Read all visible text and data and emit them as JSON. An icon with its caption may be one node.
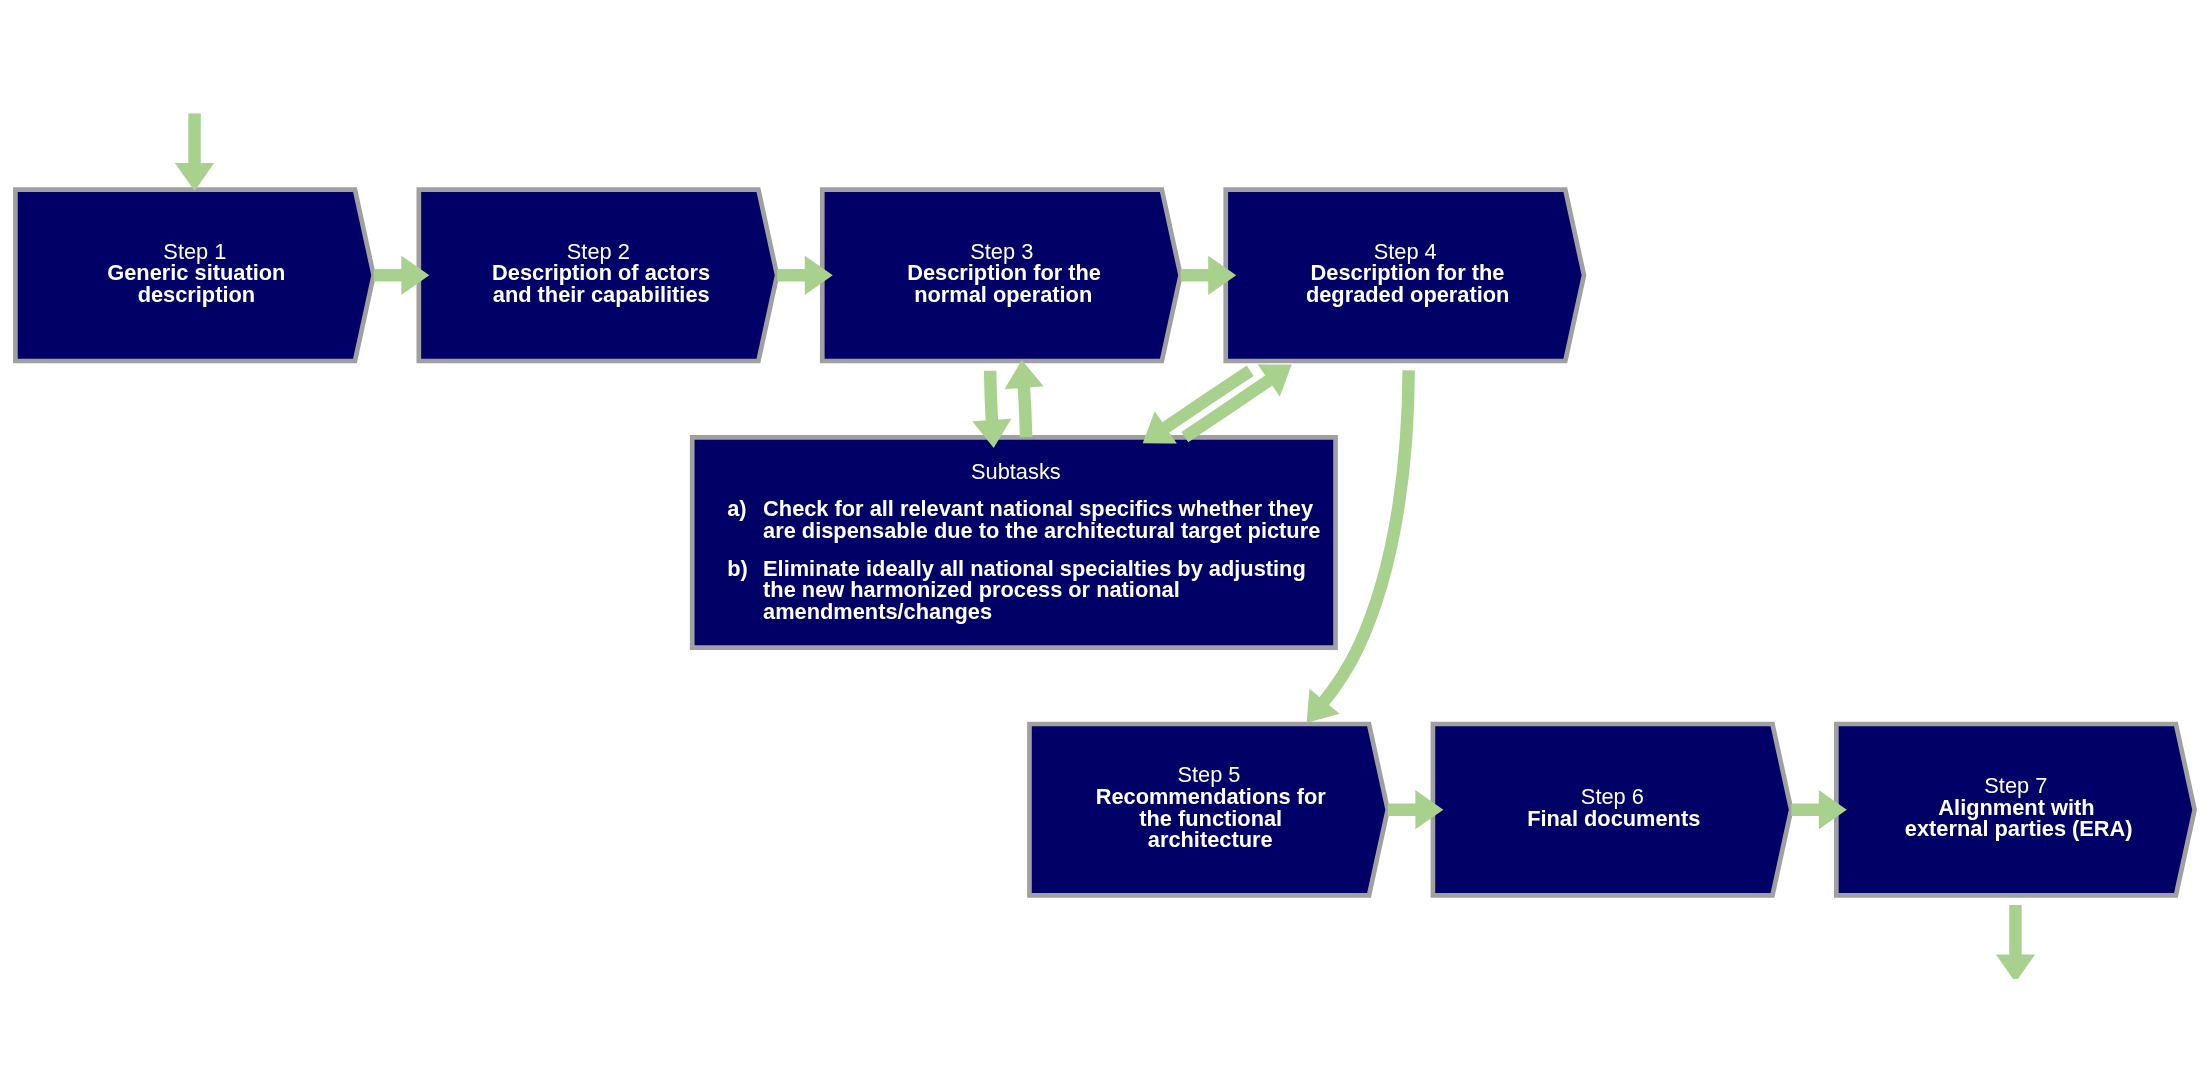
{
  "diagram": {
    "nodes": [
      {
        "text": [
          "Step 1",
          "Generic situation description"
        ]
      },
      {
        "text": [
          "Step 2",
          "Description of actors and their capabilities"
        ]
      },
      {
        "text": [
          "Step 3",
          "Description for the normal operation"
        ]
      },
      {
        "text": [
          "Step 4",
          "Description for the degraded operation"
        ]
      },
      {
        "text": [
          "Step 5",
          "Recommendations for the functional architecture"
        ]
      },
      {
        "text": [
          "Step 6",
          "Final documents"
        ]
      },
      {
        "text": [
          "Step 7",
          "Alignment with external parties (ERA)"
        ]
      },
      {
        "text": [
          "Subtasks",
          "a)",
          "Check for all relevant national specifics whether they are dispensable due to the architectural target picture",
          "b)",
          "Eliminate ideally all national specialties by adjusting the new harmonized process or national amendments/changes"
        ]
      }
    ],
    "edges": [
      {
        "from": null,
        "to": 0,
        "arrow": "to"
      },
      {
        "from": 0,
        "to": 1,
        "arrow": "to"
      },
      {
        "from": 1,
        "to": 2,
        "arrow": "to"
      },
      {
        "from": 2,
        "to": 3,
        "arrow": "to"
      },
      {
        "from": 3,
        "to": 4,
        "arrow": "to"
      },
      {
        "from": 4,
        "to": 5,
        "arrow": "to"
      },
      {
        "from": 5,
        "to": 6,
        "arrow": "to"
      },
      {
        "from": 6,
        "to": null,
        "arrow": "to"
      },
      {
        "from": 2,
        "to": 7,
        "arrow": "to"
      },
      {
        "from": 7,
        "to": 2,
        "arrow": "to"
      },
      {
        "from": 3,
        "to": 7,
        "arrow": "to"
      },
      {
        "from": 7,
        "to": 3,
        "arrow": "to"
      }
    ]
  }
}
